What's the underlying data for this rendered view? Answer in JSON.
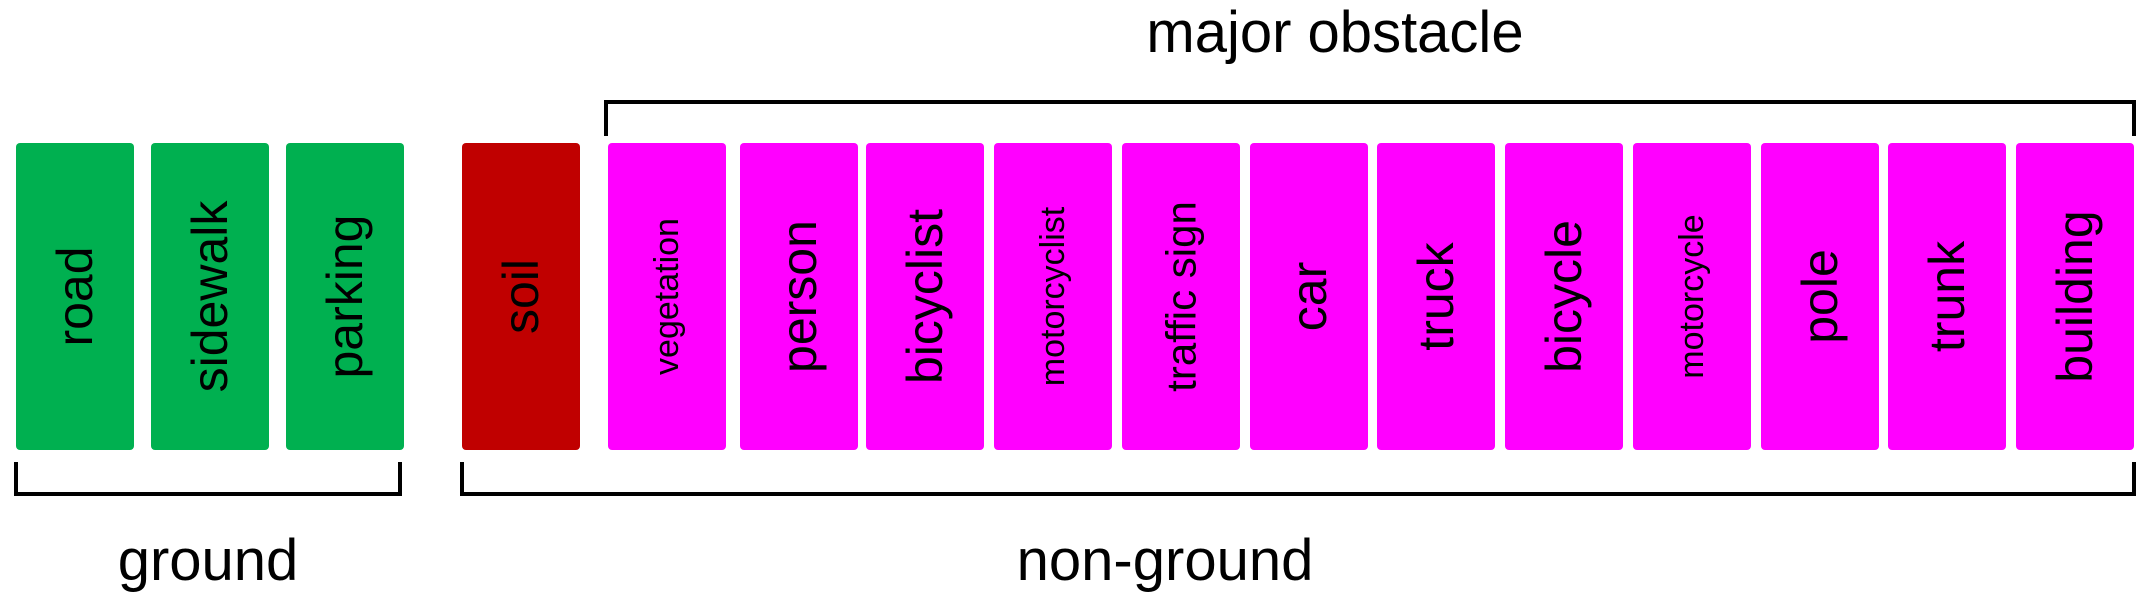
{
  "colors": {
    "ground": "#00b050",
    "soil": "#c00000",
    "obstacle": "#ff00ff",
    "text": "#000000",
    "bracket": "#000000"
  },
  "groups": {
    "major_obstacle": "major obstacle",
    "ground": "ground",
    "non_ground": "non-ground"
  },
  "boxes": [
    {
      "label": "road",
      "category": "ground",
      "size": "large"
    },
    {
      "label": "sidewalk",
      "category": "ground",
      "size": "large"
    },
    {
      "label": "parking",
      "category": "ground",
      "size": "large"
    },
    {
      "label": "soil",
      "category": "soil",
      "size": "large"
    },
    {
      "label": "vegetation",
      "category": "obstacle",
      "size": "small"
    },
    {
      "label": "person",
      "category": "obstacle",
      "size": "large"
    },
    {
      "label": "bicyclist",
      "category": "obstacle",
      "size": "large"
    },
    {
      "label": "motorcyclist",
      "category": "obstacle",
      "size": "small"
    },
    {
      "label": "traffic sign",
      "category": "obstacle",
      "size": "medium"
    },
    {
      "label": "car",
      "category": "obstacle",
      "size": "large"
    },
    {
      "label": "truck",
      "category": "obstacle",
      "size": "large"
    },
    {
      "label": "bicycle",
      "category": "obstacle",
      "size": "large"
    },
    {
      "label": "motorcycle",
      "category": "obstacle",
      "size": "small"
    },
    {
      "label": "pole",
      "category": "obstacle",
      "size": "large"
    },
    {
      "label": "trunk",
      "category": "obstacle",
      "size": "large"
    },
    {
      "label": "building",
      "category": "obstacle",
      "size": "large"
    }
  ]
}
